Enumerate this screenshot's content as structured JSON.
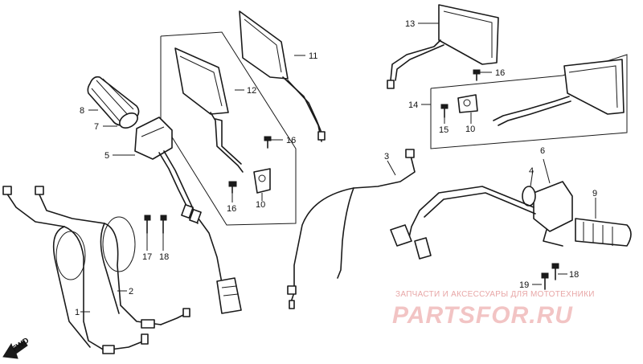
{
  "labels": {
    "l1": "1",
    "l2": "2",
    "l3": "3",
    "l4": "4",
    "l5": "5",
    "l6": "6",
    "l7": "7",
    "l8": "8",
    "l9": "9",
    "l10a": "10",
    "l10b": "10",
    "l11": "11",
    "l12": "12",
    "l13": "13",
    "l14": "14",
    "l15": "15",
    "l16a": "16",
    "l16b": "16",
    "l16c": "16",
    "l17": "17",
    "l18a": "18",
    "l18b": "18",
    "l19": "19"
  },
  "direction": {
    "fwd": "FWD"
  },
  "watermark": {
    "subtitle": "ЗАПЧАСТИ И АКСЕССУАРЫ ДЛЯ МОТОТЕХНИКИ",
    "brand": "PARTSFOR.RU"
  },
  "colors": {
    "line": "#1a1a1a",
    "watermark": "#f2c4c4"
  }
}
